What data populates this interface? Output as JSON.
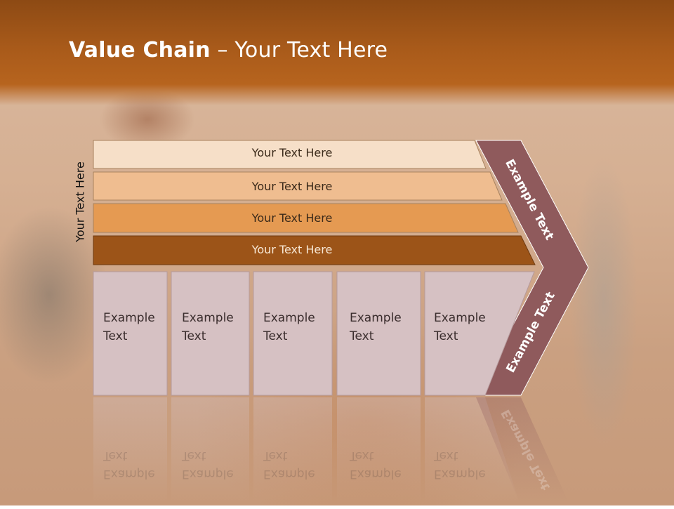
{
  "slide": {
    "title_bold": "Value Chain",
    "title_rest": " – Your Text Here",
    "side_label": "Your Text Here"
  },
  "rows": [
    {
      "label": "Your Text Here",
      "color": "#f6dfc8"
    },
    {
      "label": "Your Text Here",
      "color": "#efbd90"
    },
    {
      "label": "Your Text Here",
      "color": "#e59a52"
    },
    {
      "label": "Your Text Here",
      "color": "#9c5418"
    }
  ],
  "boxes": [
    {
      "line1": "Example",
      "line2": "Text"
    },
    {
      "line1": "Example",
      "line2": "Text"
    },
    {
      "line1": "Example",
      "line2": "Text"
    },
    {
      "line1": "Example",
      "line2": "Text"
    },
    {
      "line1": "Example",
      "line2": "Text"
    }
  ],
  "arrow": {
    "upper_label": "Example Text",
    "lower_label": "Example Text",
    "color": "#8f5a5c"
  },
  "colors": {
    "header": "#a85a1a",
    "box_fill": "#d6c1c3",
    "box_border": "#b59a9c"
  }
}
